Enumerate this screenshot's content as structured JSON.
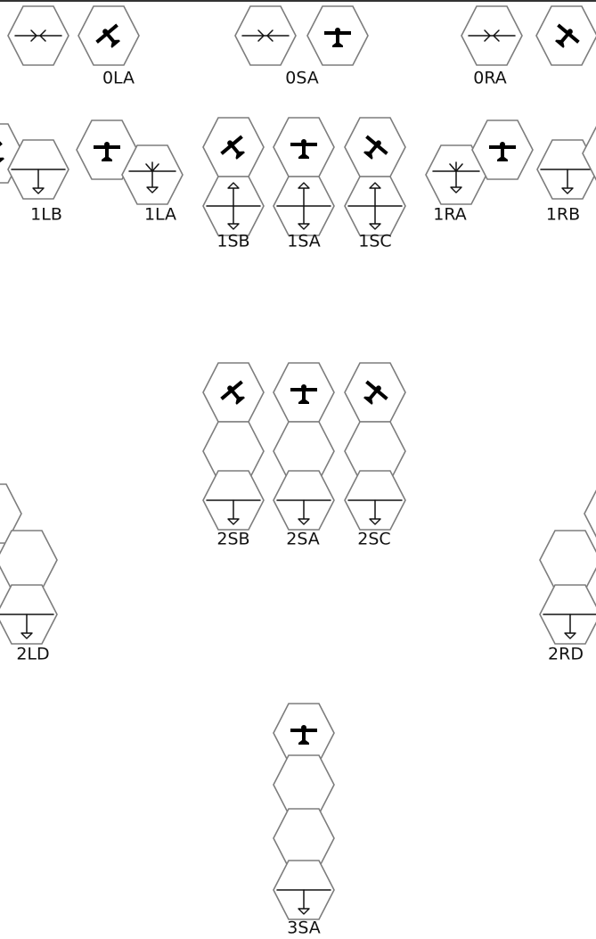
{
  "diagram": {
    "labels": [
      "0LA",
      "0SA",
      "0RA",
      "1LB",
      "1LA",
      "1SB",
      "1SA",
      "1SC",
      "1RA",
      "1RB",
      "2SB",
      "2SA",
      "2SC",
      "2LD",
      "2RD",
      "3SA"
    ],
    "icons": {
      "plane_level": "plane-level-icon",
      "plane_bank_left": "plane-bank-left-icon",
      "plane_bank_right": "plane-bank-right-icon",
      "arrow_down": "arrow-down-icon",
      "arrow_up_down": "arrow-up-down-icon",
      "arrow_horizontal": "horizontal-arrow-icon"
    },
    "colors": {
      "background": "#ffffff",
      "hex_outline": "#7d7d7d",
      "symbols": "#111111"
    }
  }
}
